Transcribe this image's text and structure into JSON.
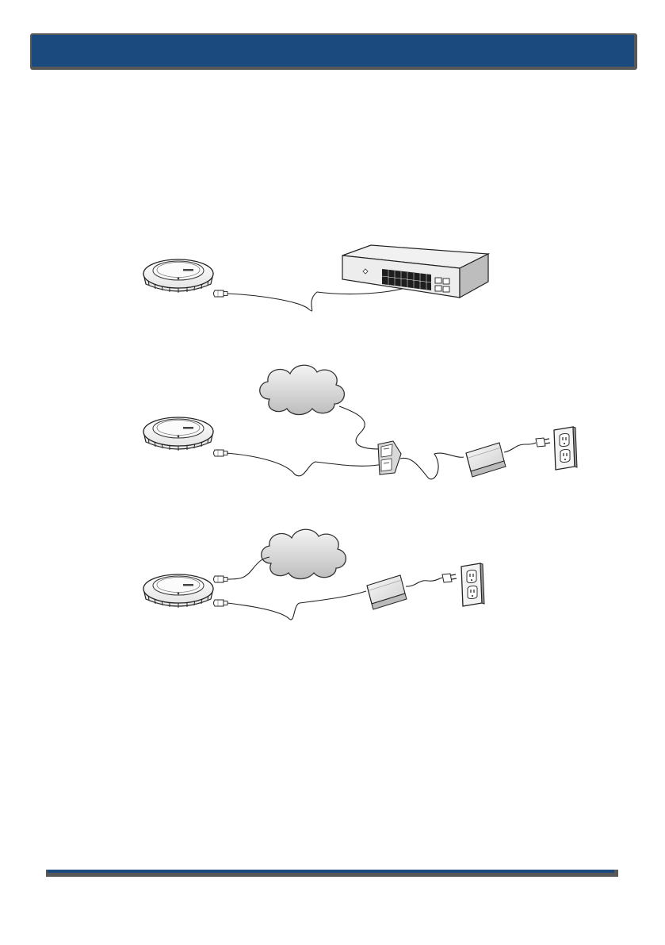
{
  "header": {
    "title": "",
    "background": "#1a4a7e",
    "shadow": "#585858"
  },
  "footer": {
    "page_number": "",
    "background": "#1a4a7e"
  },
  "diagrams": [
    {
      "components": [
        "access-point",
        "ethernet-cable",
        "poe-switch"
      ]
    },
    {
      "components": [
        "access-point",
        "ethernet-cable",
        "network-cloud",
        "poe-injector",
        "power-adapter",
        "power-cord",
        "wall-outlet"
      ]
    },
    {
      "components": [
        "access-point",
        "ethernet-cable",
        "network-cloud",
        "power-adapter",
        "power-cord",
        "wall-outlet"
      ]
    }
  ]
}
